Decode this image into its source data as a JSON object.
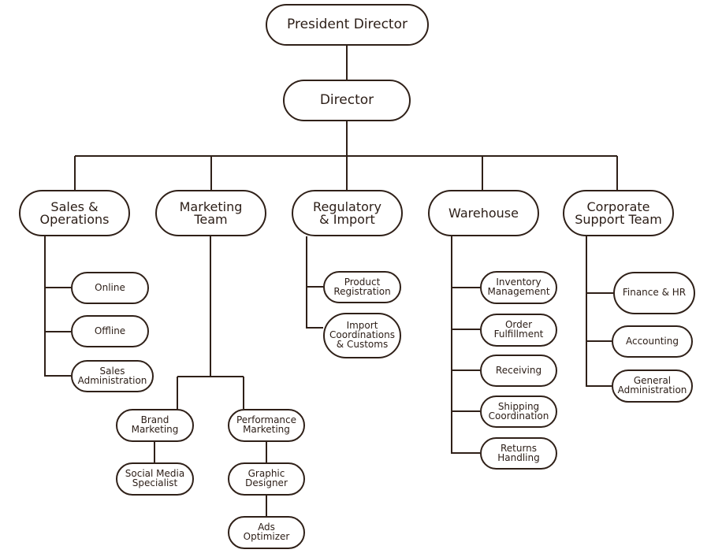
{
  "nodes": {
    "president": "President Director",
    "director": "Director",
    "sales": "Sales &\nOperations",
    "marketing": "Marketing\nTeam",
    "regulatory": "Regulatory\n& Import",
    "warehouse": "Warehouse",
    "corporate": "Corporate\nSupport Team",
    "online": "Online",
    "offline": "Offline",
    "sales_admin": "Sales\nAdministration",
    "brand": "Brand\nMarketing",
    "performance": "Performance\nMarketing",
    "social": "Social Media\nSpecialist",
    "graphic": "Graphic\nDesigner",
    "ads": "Ads\nOptimizer",
    "product": "Product\nRegistration",
    "import": "Import\nCoordinations\n& Customs",
    "inventory": "Inventory\nManagement",
    "order": "Order\nFulfillment",
    "receiving": "Receiving",
    "shipping": "Shipping\nCoordination",
    "returns": "Returns\nHandling",
    "finance": "Finance & HR",
    "accounting": "Accounting",
    "general": "General\nAdministration"
  },
  "colors": {
    "line": "#2f2018",
    "border": "#2f2018",
    "text": "#2b1d16",
    "background": "#ffffff"
  }
}
